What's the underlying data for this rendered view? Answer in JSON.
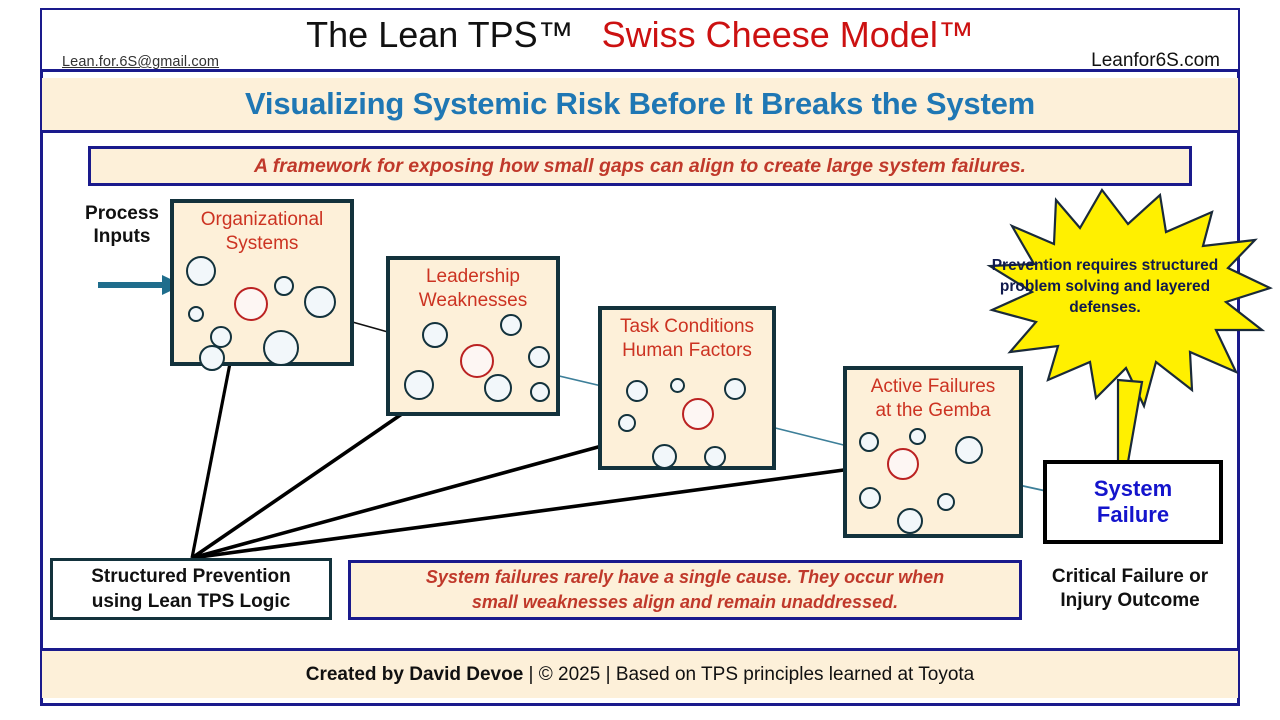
{
  "header": {
    "email": "Lean.for.6S@gmail.com",
    "title_black": "The Lean TPS™",
    "title_red": "Swiss Cheese Model™",
    "website": "Leanfor6S.com"
  },
  "subtitle": "Visualizing Systemic Risk Before It Breaks the System",
  "framework_note": "A framework for exposing how small gaps can align to create large system failures.",
  "process_inputs_label": "Process Inputs",
  "slices": [
    {
      "line1": "Organizational",
      "line2": "Systems"
    },
    {
      "line1": "Leadership",
      "line2": "Weaknesses"
    },
    {
      "line1": "Task Conditions",
      "line2": "Human Factors"
    },
    {
      "line1": "Active Failures",
      "line2": "at the Gemba"
    }
  ],
  "starburst": "Prevention requires structured problem solving and layered defenses.",
  "system_failure": {
    "line1": "System",
    "line2": "Failure"
  },
  "outcome": {
    "line1": "Critical Failure or",
    "line2": "Injury Outcome"
  },
  "prevention": {
    "pre": "Structured Prevention",
    "using": "using ",
    "lean": "Lean",
    "tps": "TPS",
    "post": " Logic"
  },
  "bottom_note": {
    "line1": "System failures rarely have a single cause. They occur when",
    "line2": "small weaknesses align and remain unaddressed."
  },
  "footer": {
    "author": "Created by David Devoe",
    "rest": " | © 2025 | Based on TPS principles learned at Toyota"
  },
  "colors": {
    "frame_navy": "#1a1a8c",
    "title_red": "#cc1111",
    "subtitle_blue": "#1f77b4",
    "accent_red": "#c0392b",
    "slice_fill": "#fdf0d9",
    "slice_border": "#13323c",
    "burst_yellow": "#fff000",
    "teal_arrow": "#1f6d8c",
    "system_failure_blue": "#1414cc"
  }
}
